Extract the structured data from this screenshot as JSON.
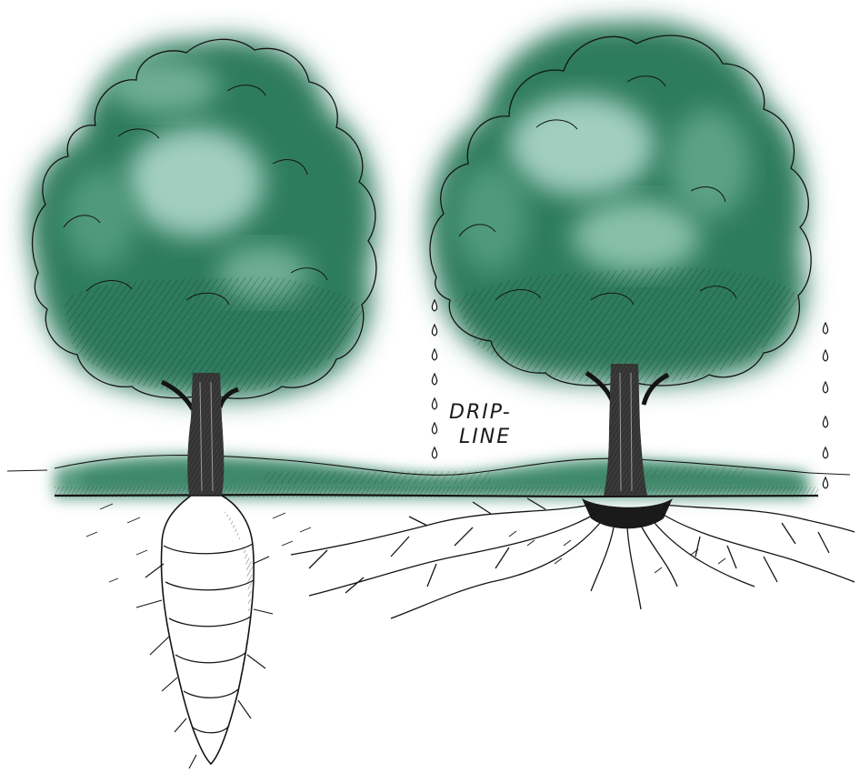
{
  "labels": {
    "line1": "DRIP-",
    "line2": "LINE"
  },
  "colors": {
    "foliage_dark": "#2f7c5f",
    "foliage_mid": "#4f9a7e",
    "foliage_light": "#b6ddd0",
    "ink": "#141414",
    "root_fill": "#ffffff"
  },
  "figure": {
    "left_tree": "tree-with-taproot",
    "right_tree": "tree-with-spreading-roots",
    "marker": "drip-line-water-drops"
  }
}
